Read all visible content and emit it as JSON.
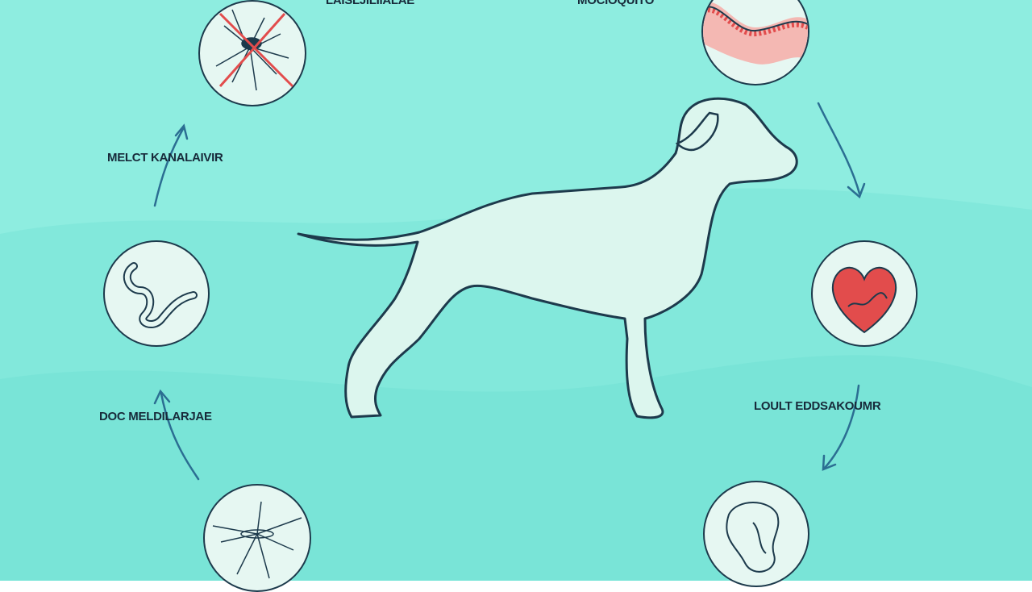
{
  "colors": {
    "background": "#8eede0",
    "background_dark": "#6fe0d4",
    "circle_fill": "#e6f7f2",
    "outline": "#1d3a4c",
    "arrow": "#2b6e92",
    "accent_red": "#e24c4c",
    "label_text": "#172a3a",
    "dog_fill": "#dcf6ee"
  },
  "labels": {
    "top_left": "LAISLJILIIALAE",
    "top_right": "MOCIOQUITO",
    "left_upper": "MELCT KANALAIVIR",
    "left_lower": "DOC MELDILARJAE",
    "right_lower": "LOULT EDDSAKOUMR"
  },
  "stages": [
    {
      "icon": "crossed-mosquito-icon"
    },
    {
      "icon": "infected-skin-icon"
    },
    {
      "icon": "heart-worm-icon"
    },
    {
      "icon": "organ-icon"
    },
    {
      "icon": "mosquito-icon"
    },
    {
      "icon": "larva-worm-icon"
    }
  ]
}
